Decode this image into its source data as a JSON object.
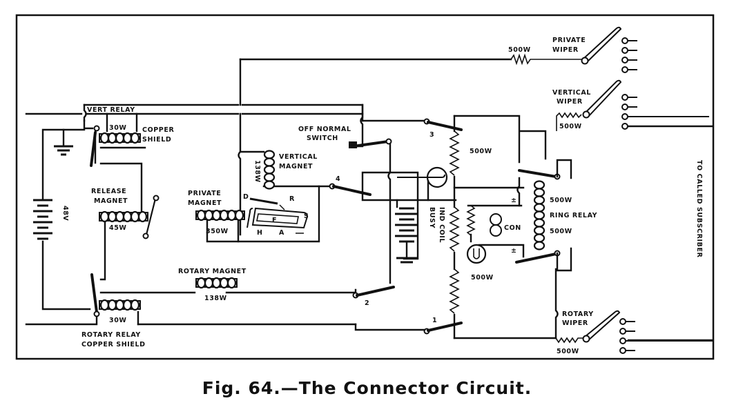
{
  "figure": {
    "caption": "Fig. 64.—The Connector Circuit.",
    "subject": "Automatic telephone connector switch circuit"
  },
  "labels": {
    "vert_relay": "VERT RELAY",
    "vert_relay_res": "30W",
    "copper_shield_1": "COPPER",
    "copper_shield_2": "SHIELD",
    "release_magnet_1": "RELEASE",
    "release_magnet_2": "MAGNET",
    "release_magnet_res": "45W",
    "battery": "48V",
    "private_magnet_1": "PRIVATE",
    "private_magnet_2": "MAGNET",
    "private_magnet_res": "350W",
    "vertical_magnet_1": "VERTICAL",
    "vertical_magnet_2": "MAGNET",
    "vertical_magnet_res": "138W",
    "off_normal_1": "OFF NORMAL",
    "off_normal_2": "SWITCH",
    "mech_D": "D",
    "mech_R": "R",
    "mech_F": "F",
    "mech_S": "S",
    "mech_H": "H",
    "mech_A": "A",
    "rotary_magnet": "ROTARY MAGNET",
    "rotary_magnet_res": "138W",
    "rotary_relay_res": "30W",
    "rotary_relay_1": "ROTARY RELAY",
    "rotary_relay_2": "COPPER SHIELD",
    "contact_1": "1",
    "contact_2": "2",
    "contact_3": "3",
    "contact_4": "4",
    "busy_coil_1": "BUSY",
    "busy_coil_2": "IND COIL",
    "coil_upper_res": "500W",
    "coil_lower_res": "500W",
    "cond": "CON",
    "ring_relay": "RING RELAY",
    "ring_relay_res_top": "500W",
    "ring_relay_res_bottom": "500W",
    "private_wiper_res": "500W",
    "private_wiper_1": "PRIVATE",
    "private_wiper_2": "WIPER",
    "vertical_wiper_1": "VERTICAL",
    "vertical_wiper_2": "WIPER",
    "vertical_wiper_res": "500W",
    "rotary_wiper_1": "ROTARY",
    "rotary_wiper_2": "WIPER",
    "rotary_wiper_res": "500W",
    "to_subscriber": "TO CALLED SUBSCRIBER",
    "plus_minus_1": "±",
    "plus_minus_2": "±"
  }
}
